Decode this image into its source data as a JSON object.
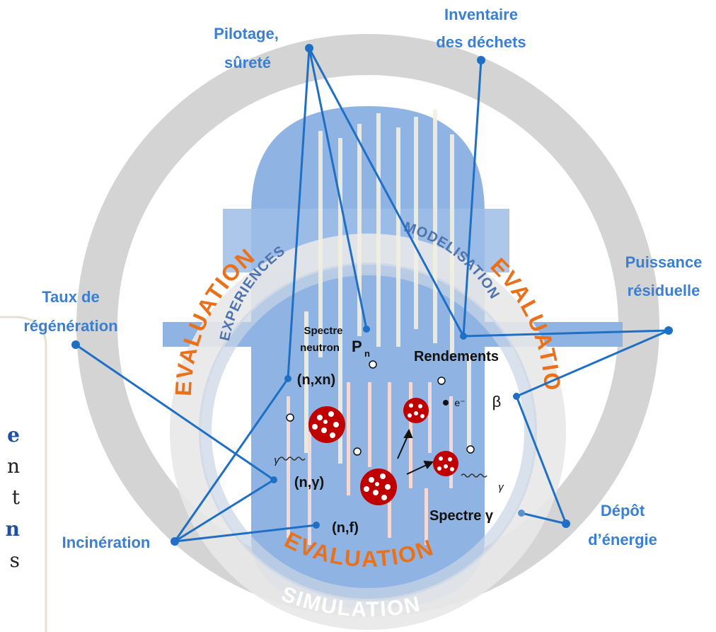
{
  "outer_ring": {
    "simulation_left": "SIMULATION",
    "simulation_right": "SIMULATION",
    "simulation_bottom": "SIMULATION"
  },
  "inner_ring": {
    "evaluation_left": "EVALUATION",
    "evaluation_right": "EVALUATION",
    "evaluation_bottom": "EVALUATION",
    "experiences": "EXPERIENCES",
    "modelisation": "MODELISATION"
  },
  "outer_labels": {
    "pilotage_line1": "Pilotage,",
    "pilotage_line2": "sûreté",
    "inventaire_line1": "Inventaire",
    "inventaire_line2": "des déchets",
    "taux_line1": "Taux de",
    "taux_line2": "régénération",
    "puissance_line1": "Puissance",
    "puissance_line2": "résiduelle",
    "incineration": "Incinération",
    "depot_line1": "Dépôt",
    "depot_line2": "d’énergie"
  },
  "inner_labels": {
    "spectre_neutron_line1": "Spectre",
    "spectre_neutron_line2": "neutron",
    "pn_main": "P",
    "pn_sub": "n",
    "rendements": "Rendements",
    "n_xn": "(n,xn)",
    "n_gamma": "(n,γ)",
    "n_f": "(n,f)",
    "beta": "β",
    "electron": "e⁻",
    "spectre_gamma": "Spectre γ",
    "gamma_left": "γ",
    "gamma_right": "γ"
  },
  "side_text": {
    "line1": "e",
    "line2": "n",
    "line3": "t",
    "line4": "n",
    "line5": "s"
  },
  "colors": {
    "accent_blue": "#1f6fc5",
    "label_blue": "#3b7fd1",
    "reactor_blue": "#8fb4e3",
    "ring_gray": "#d3d3d3",
    "evaluation_orange": "#e9711c",
    "experiences_blue": "#5b7fb8",
    "nucleus_red": "#c00000"
  }
}
